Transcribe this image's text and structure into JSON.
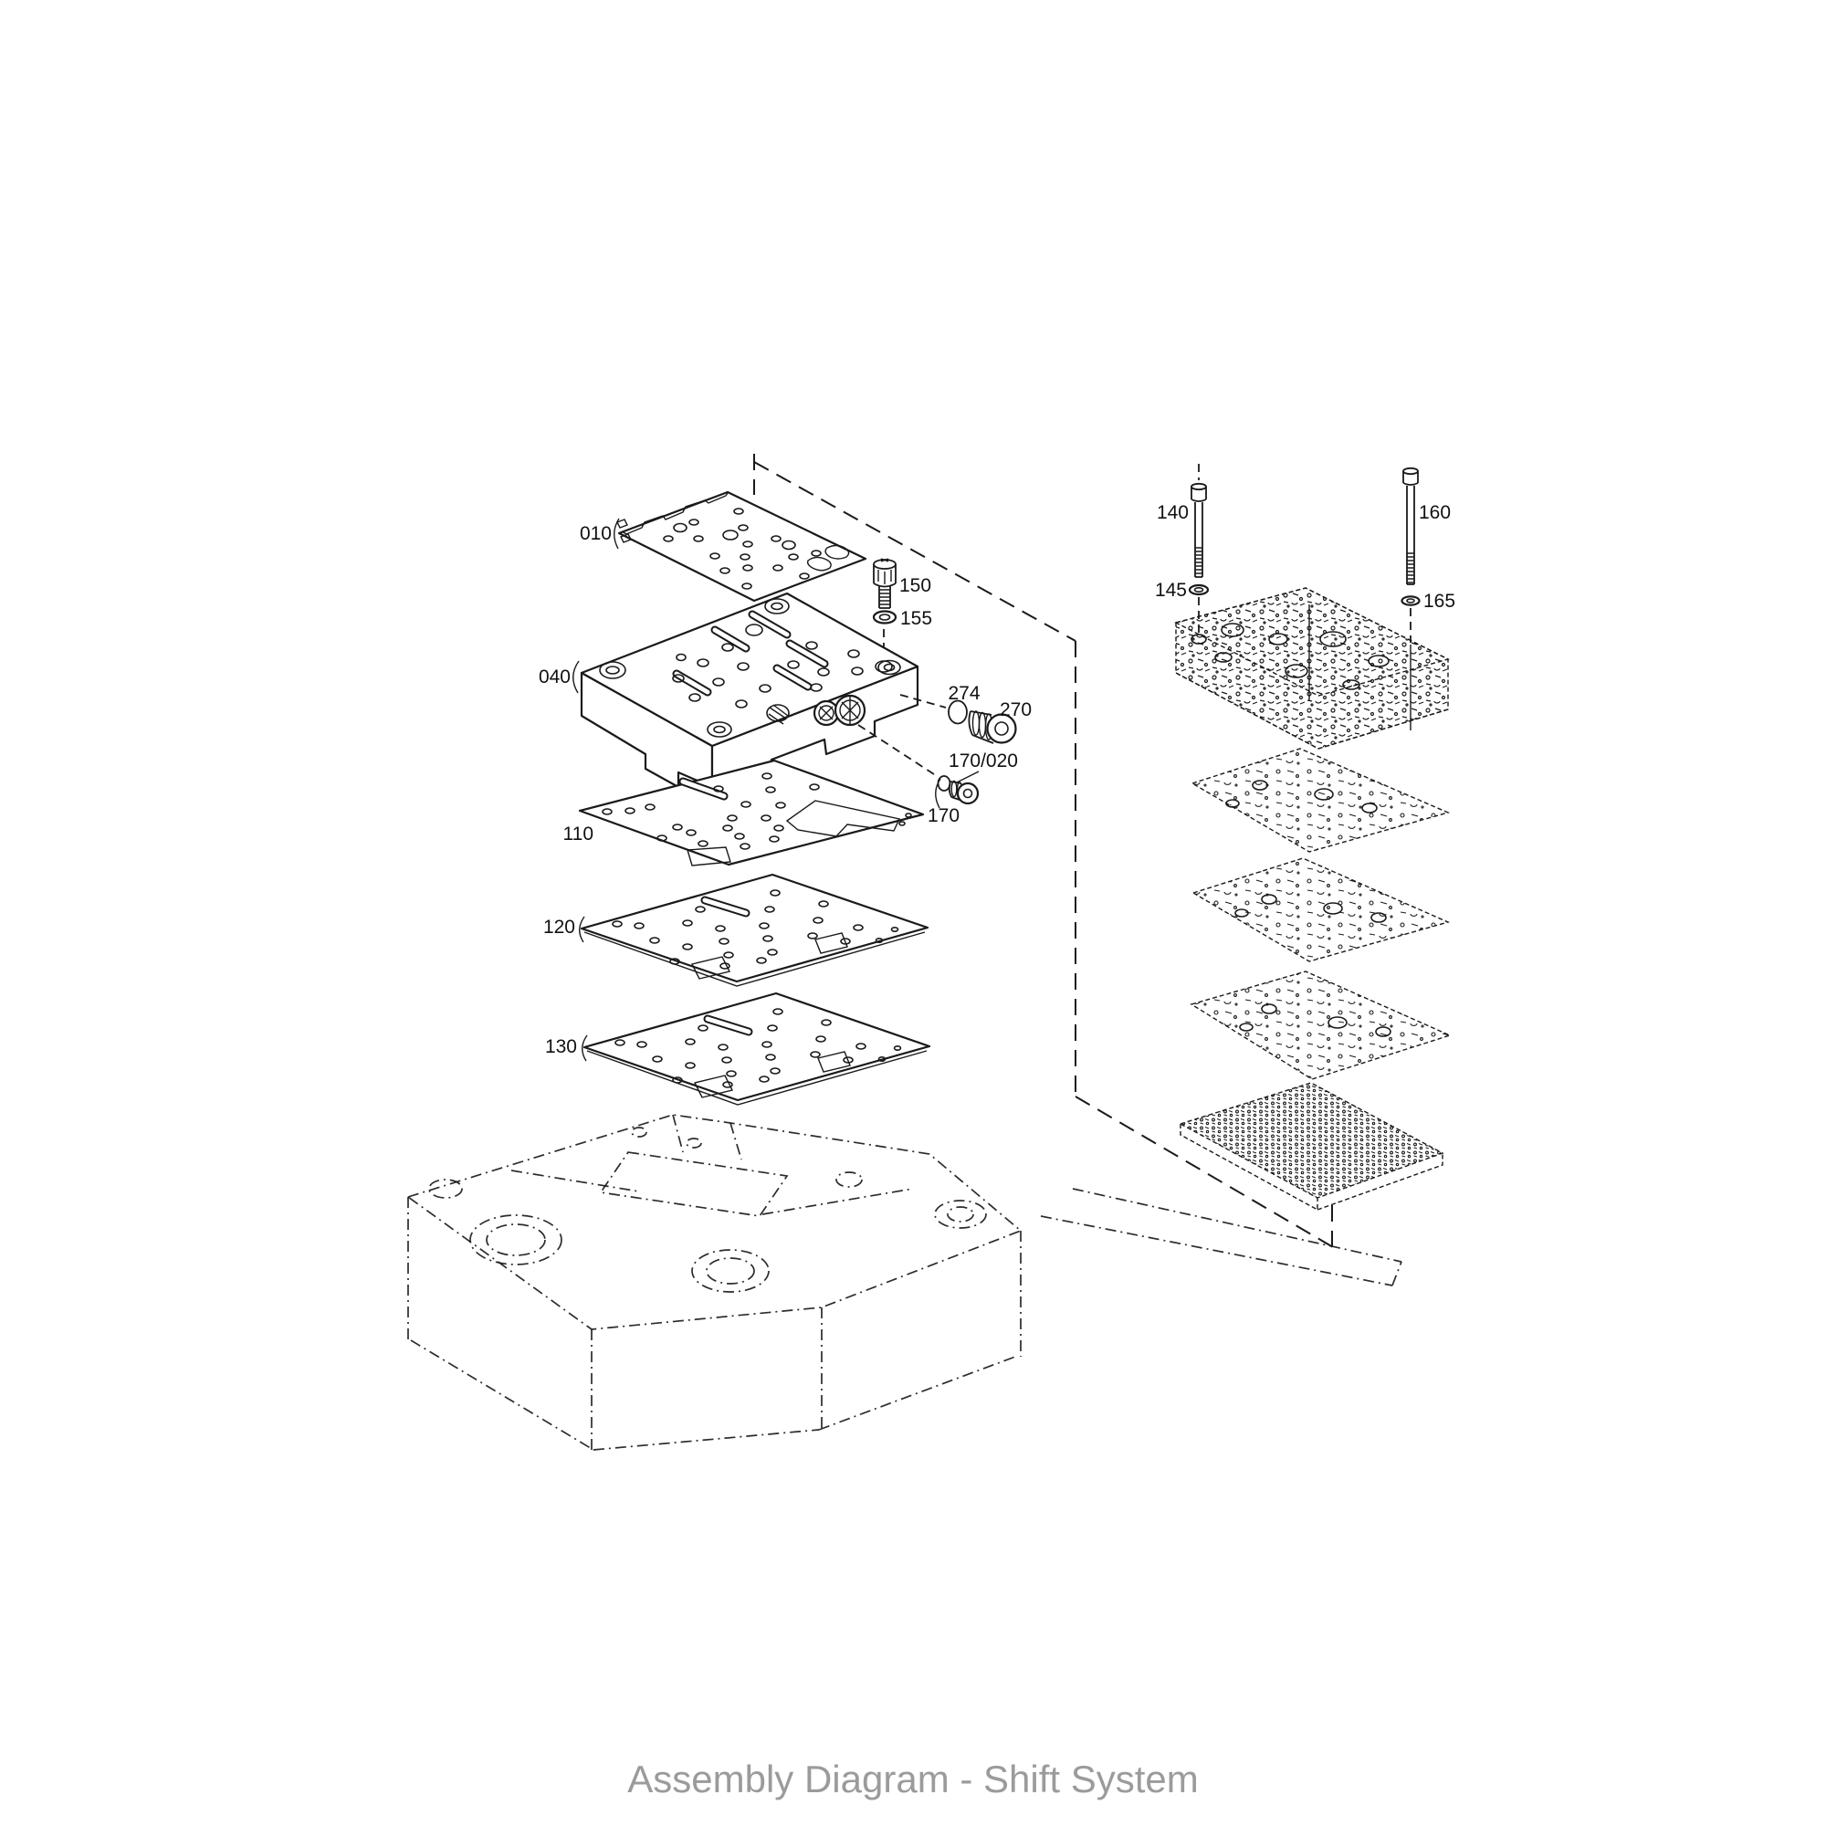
{
  "title": {
    "text": "Assembly Diagram - Shift System"
  },
  "callouts": {
    "c010": "010",
    "c040": "040",
    "c110": "110",
    "c120": "120",
    "c130": "130",
    "c150": "150",
    "c155": "155",
    "c274": "274",
    "c270": "270",
    "c170_020": "170/020",
    "c170": "170",
    "c140": "140",
    "c145": "145",
    "c160": "160",
    "c165": "165"
  },
  "colors": {
    "line": "#1a1a1a",
    "label": "#111111",
    "title": "#9b9b9b",
    "background": "#ffffff"
  }
}
